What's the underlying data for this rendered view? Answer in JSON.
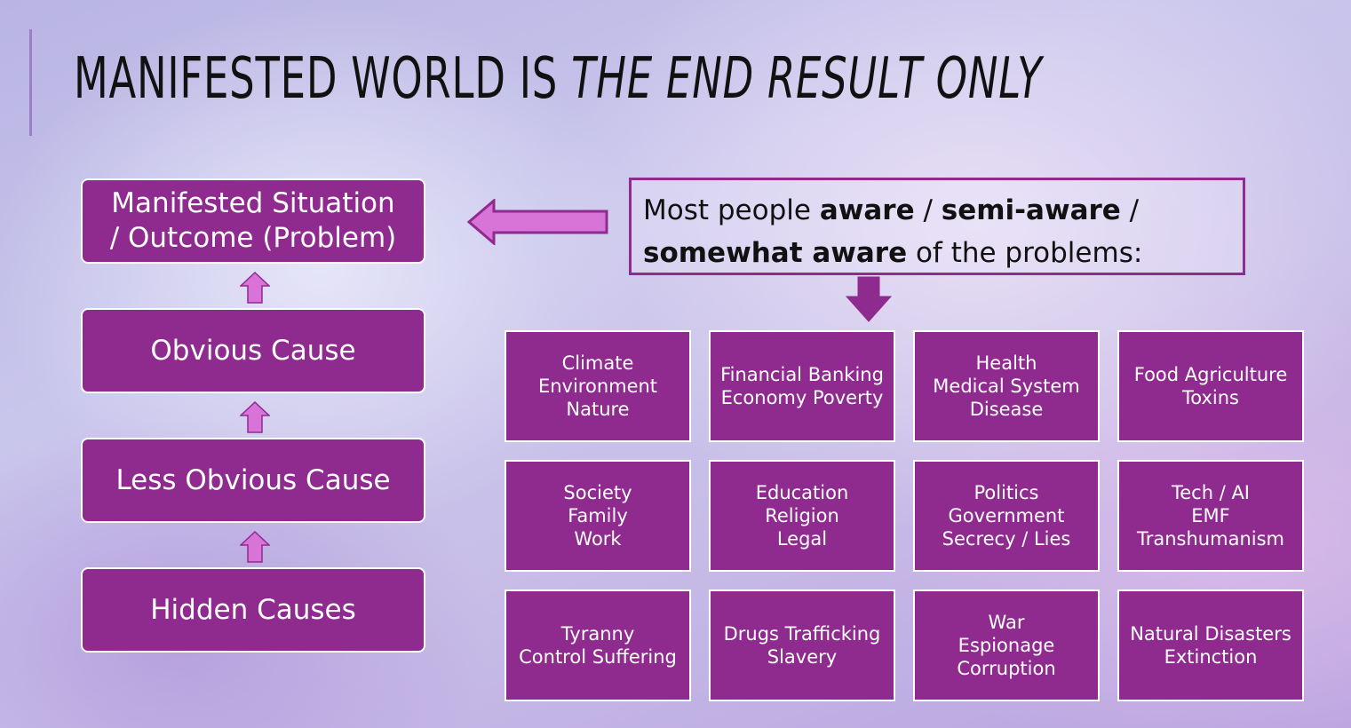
{
  "title": {
    "main": "MANIFESTED WORLD IS ",
    "italic": "THE END RESULT ONLY"
  },
  "causes": {
    "manifested": [
      "Manifested Situation",
      "/ Outcome (Problem)"
    ],
    "obvious": "Obvious Cause",
    "less_obvious": "Less Obvious Cause",
    "hidden": "Hidden Causes"
  },
  "aware": {
    "t1": "Most people ",
    "b1": "aware",
    "t2": " / ",
    "b2": "semi-aware",
    "t3": " /",
    "b3": "somewhat aware",
    "t4": " of the problems:"
  },
  "problems": [
    [
      "Climate",
      "Environment",
      "Nature"
    ],
    [
      "Financial Banking",
      "Economy Poverty"
    ],
    [
      "Health",
      "Medical System",
      "Disease"
    ],
    [
      "Food Agriculture",
      "Toxins"
    ],
    [
      "Society",
      "Family",
      "Work"
    ],
    [
      "Education",
      "Religion",
      "Legal"
    ],
    [
      "Politics",
      "Government",
      "Secrecy / Lies"
    ],
    [
      "Tech / AI",
      "EMF",
      "Transhumanism"
    ],
    [
      "Tyranny",
      "Control Suffering"
    ],
    [
      "Drugs Trafficking",
      "Slavery"
    ],
    [
      "War",
      "Espionage",
      "Corruption"
    ],
    [
      "Natural Disasters",
      "Extinction"
    ]
  ],
  "colors": {
    "box": "#8f2a8f",
    "arrow": "#d873d8",
    "arrow_border": "#8f2a8f"
  }
}
